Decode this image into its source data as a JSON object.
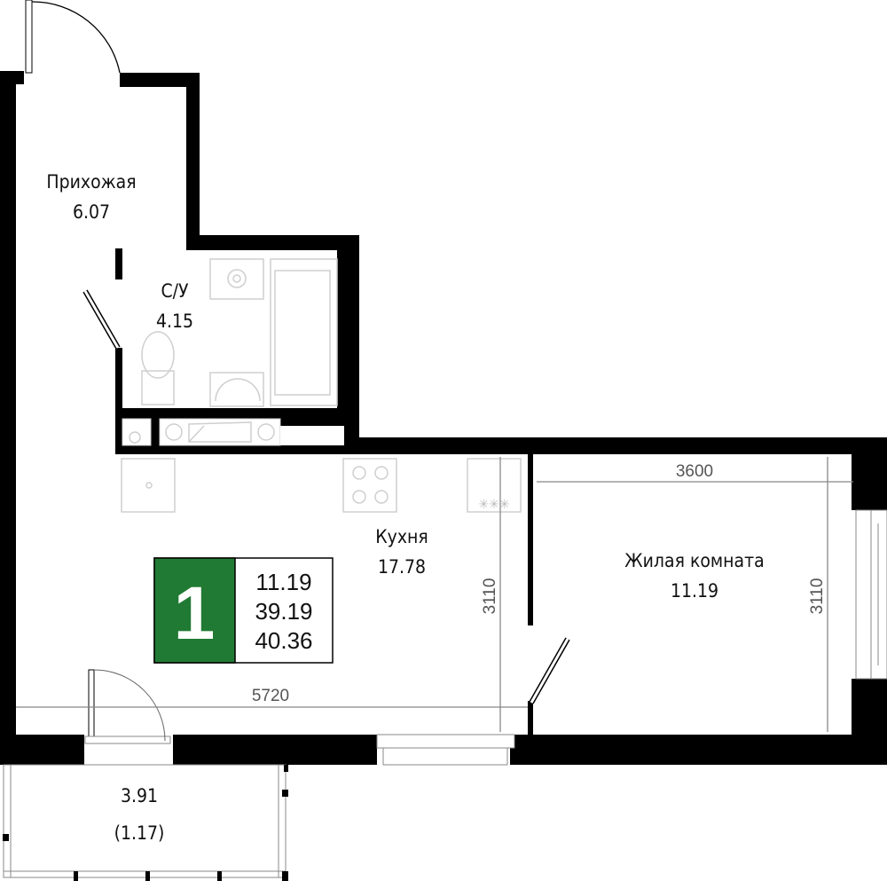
{
  "rooms": {
    "hallway": {
      "name": "Прихожая",
      "area": "6.07"
    },
    "bathroom": {
      "name": "С/У",
      "area": "4.15"
    },
    "kitchen": {
      "name": "Кухня",
      "area": "17.78"
    },
    "living_room": {
      "name": "Жилая комната",
      "area": "11.19"
    },
    "balcony": {
      "area": "3.91",
      "reduced_area": "(1.17)"
    }
  },
  "dimensions": {
    "room_width": "3600",
    "kitchen_width": "5720",
    "kitchen_depth": "3110",
    "room_depth": "3110"
  },
  "legend": {
    "rooms_count": "1",
    "living_area": "11.19",
    "area_without_balcony": "39.19",
    "total_area": "40.36"
  },
  "colors": {
    "accent": "#217a33",
    "wall": "#000000",
    "dimension": "#888888"
  }
}
